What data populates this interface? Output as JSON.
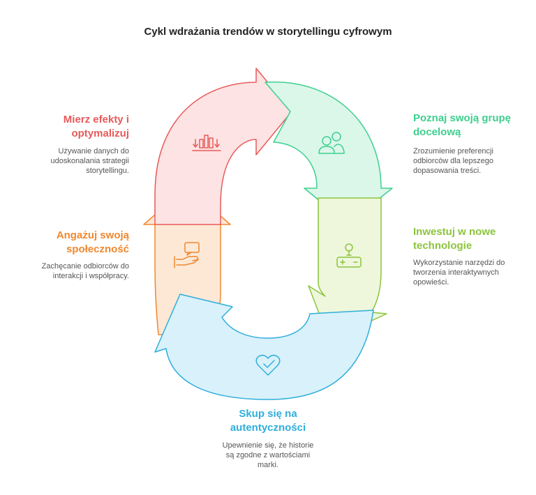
{
  "title": "Cykl wdrażania trendów w storytellingu cyfrowym",
  "steps": [
    {
      "heading": [
        "Poznaj swoją grupę",
        "docelową"
      ],
      "desc": [
        "Zrozumienie preferencji",
        "odbiorców dla lepszego",
        "dopasowania treści."
      ],
      "icon": "users-icon",
      "color": "#3ecf8e",
      "fill": "#dbf7ea"
    },
    {
      "heading": [
        "Inwestuj w nowe",
        "technologie"
      ],
      "desc": [
        "Wykorzystanie narzędzi do",
        "tworzenia interaktywnych",
        "opowieści."
      ],
      "icon": "lightbulb-tech-icon",
      "color": "#8cc43c",
      "fill": "#eef7dc"
    },
    {
      "heading": [
        "Skup się na",
        "autentyczności"
      ],
      "desc": [
        "Upewnienie się, że historie",
        "są zgodne z wartościami",
        "marki."
      ],
      "icon": "heart-check-icon",
      "color": "#2eaedb",
      "fill": "#d9f1fa"
    },
    {
      "heading": [
        "Angażuj swoją",
        "społeczność"
      ],
      "desc": [
        "Zachęcanie odbiorców do",
        "interakcji i współpracy."
      ],
      "icon": "handshake-chat-icon",
      "color": "#f0882f",
      "fill": "#fde8d6"
    },
    {
      "heading": [
        "Mierz efekty i",
        "optymalizuj"
      ],
      "desc": [
        "Używanie danych do",
        "udoskonalania strategii",
        "storytellingu."
      ],
      "icon": "bar-chart-arrows-icon",
      "color": "#e85a5a",
      "fill": "#fde3e3"
    }
  ]
}
